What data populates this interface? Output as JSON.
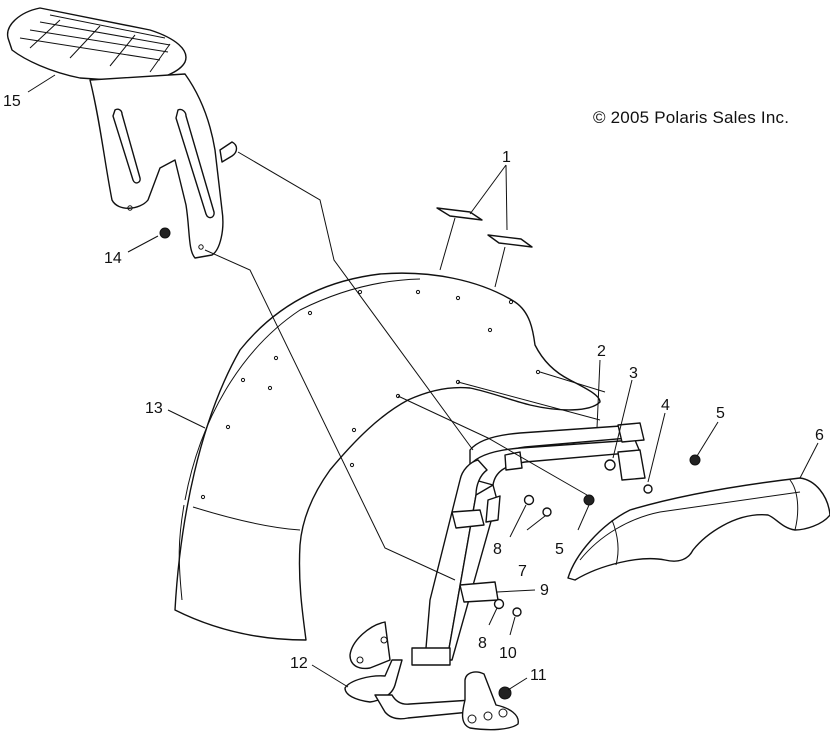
{
  "copyright": "© 2005 Polaris Sales Inc.",
  "callouts": [
    "1",
    "2",
    "3",
    "4",
    "5",
    "5",
    "6",
    "7",
    "8",
    "8",
    "9",
    "10",
    "11",
    "12",
    "13",
    "14",
    "15"
  ],
  "parts": [
    {
      "ref": "1",
      "shape": "fender-mount-pads"
    },
    {
      "ref": "2",
      "shape": "support-rail"
    },
    {
      "ref": "3",
      "shape": "bracket"
    },
    {
      "ref": "4",
      "shape": "bolt"
    },
    {
      "ref": "5",
      "shape": "nut"
    },
    {
      "ref": "6",
      "shape": "side-cover"
    },
    {
      "ref": "7",
      "shape": "bolt"
    },
    {
      "ref": "8",
      "shape": "washer"
    },
    {
      "ref": "9",
      "shape": "bracket"
    },
    {
      "ref": "10",
      "shape": "bolt"
    },
    {
      "ref": "11",
      "shape": "nut"
    },
    {
      "ref": "12",
      "shape": "lower-brace"
    },
    {
      "ref": "13",
      "shape": "rear-fender"
    },
    {
      "ref": "14",
      "shape": "nut"
    },
    {
      "ref": "15",
      "shape": "luggage-rack"
    }
  ]
}
